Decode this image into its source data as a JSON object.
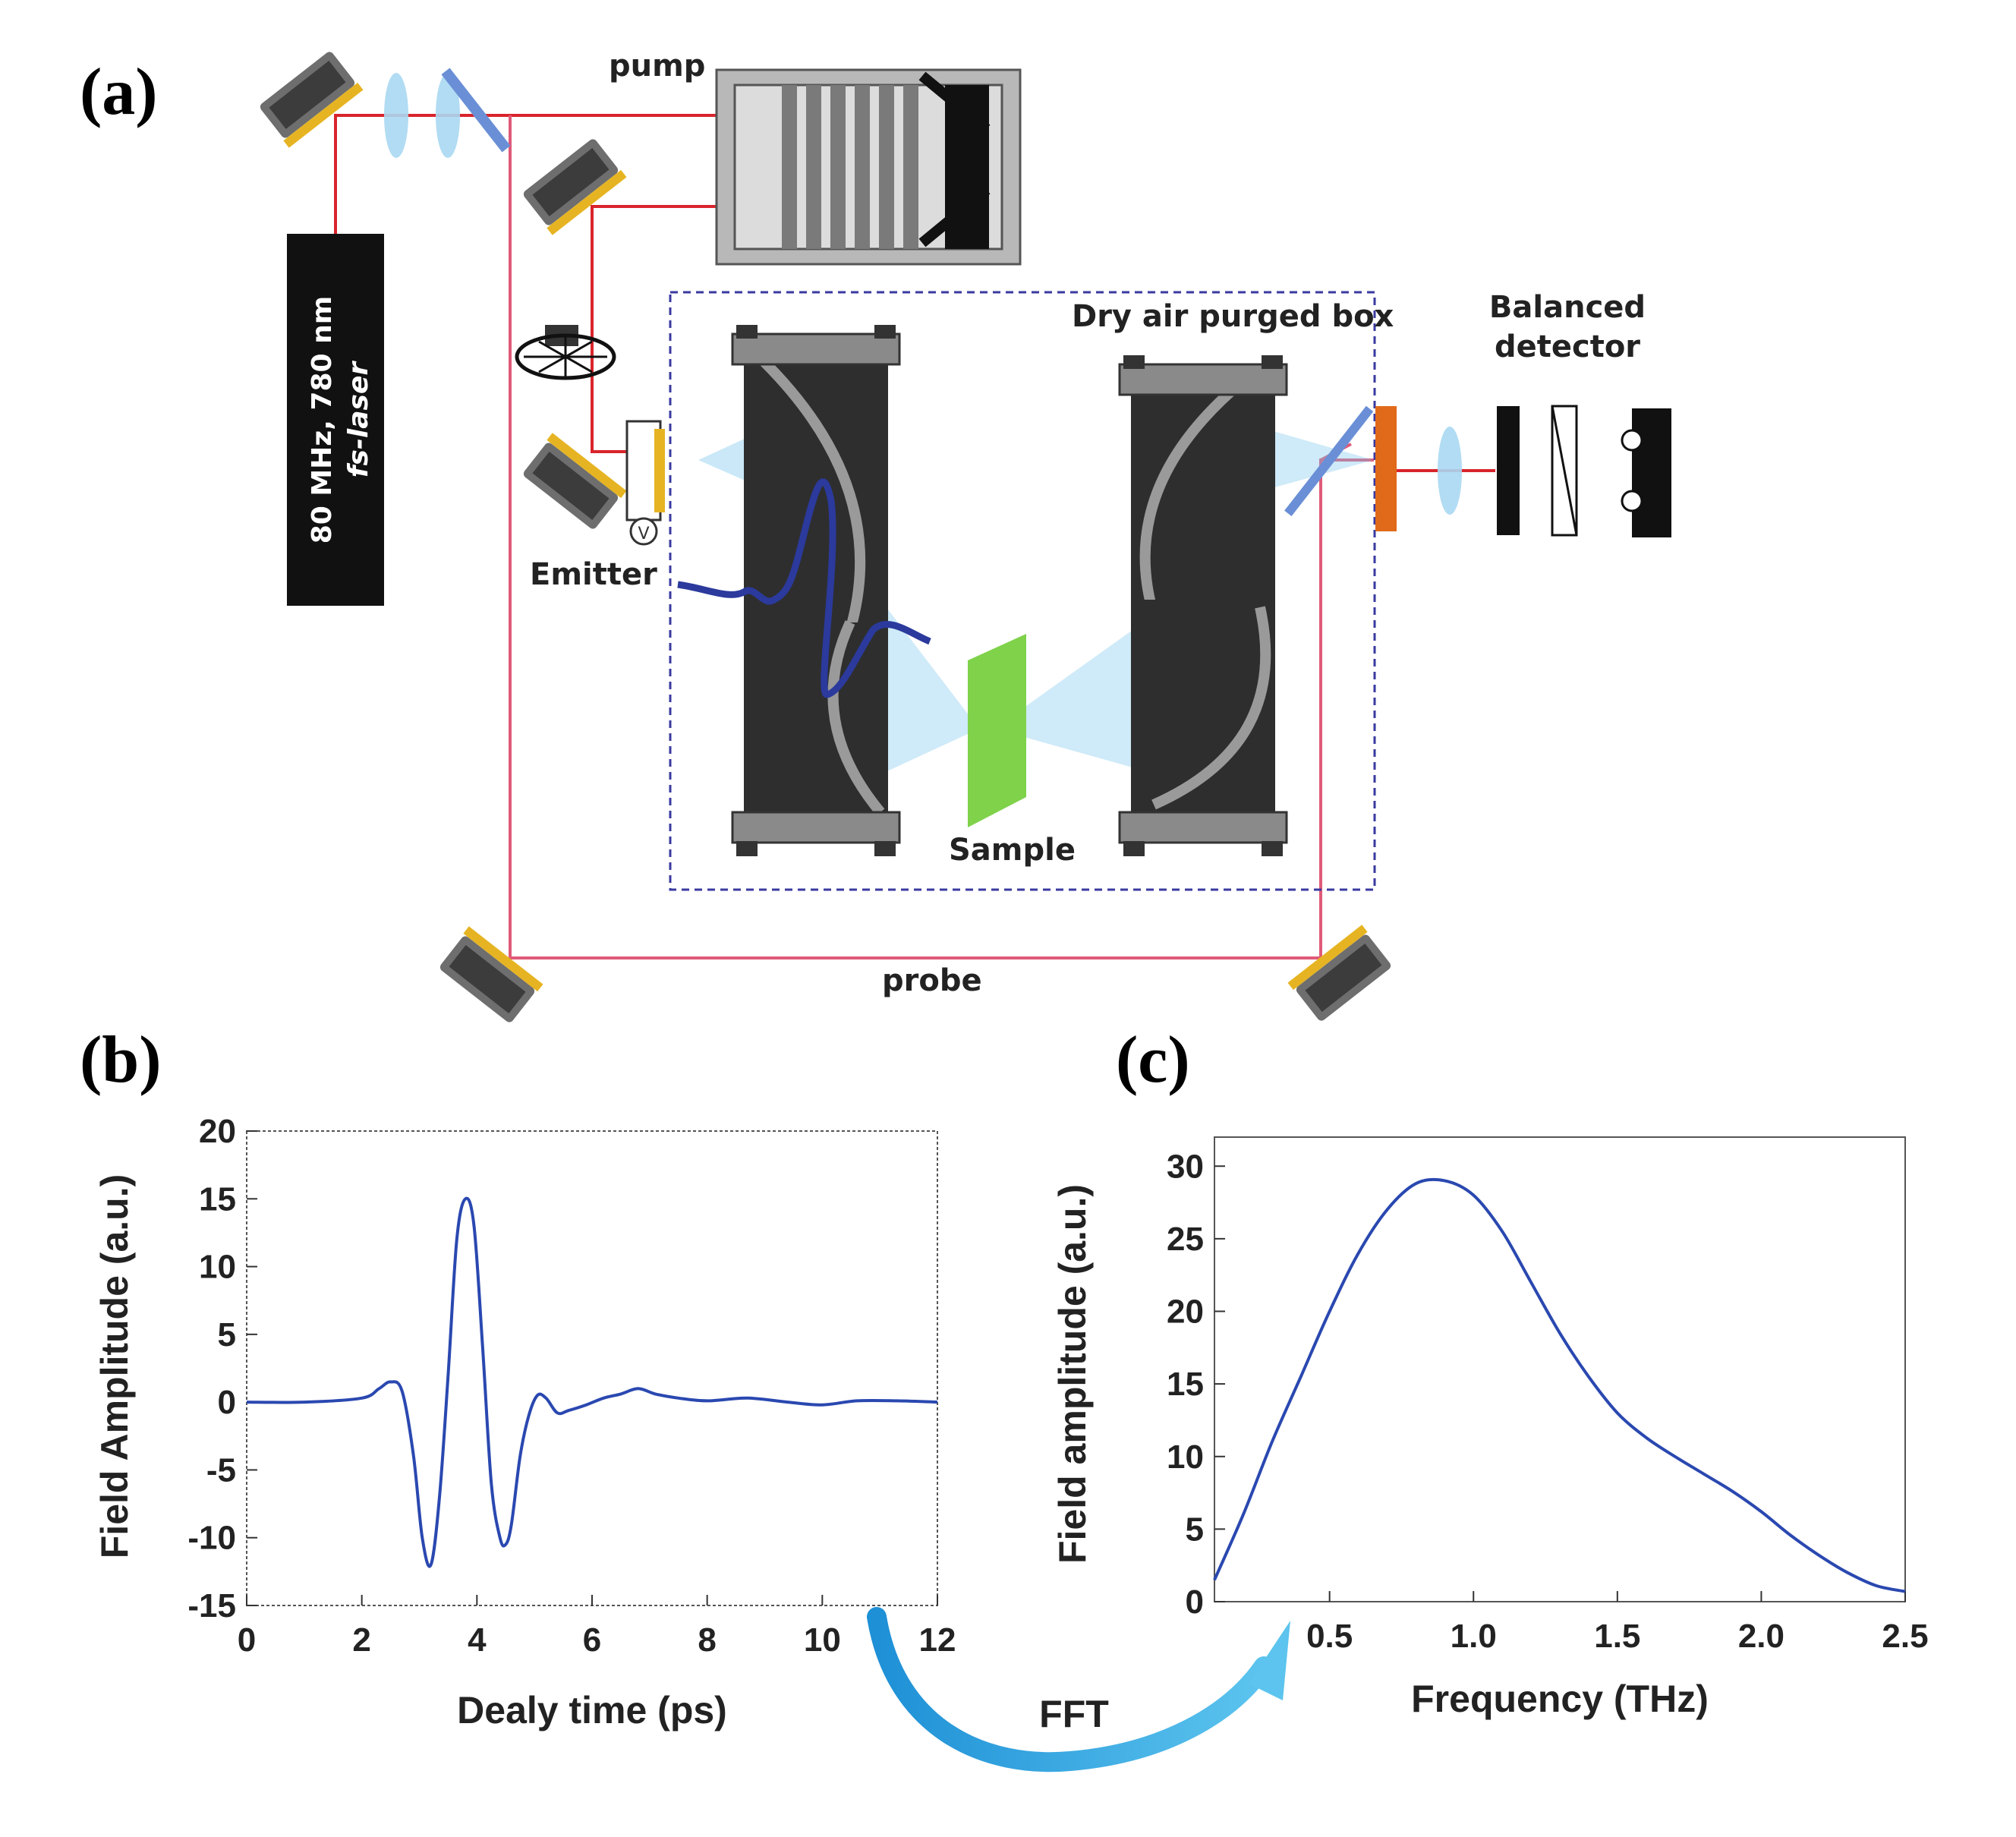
{
  "panel_a": {
    "label": "(a)",
    "labels": {
      "pump": "pump",
      "dry_box": "Dry air purged box",
      "detector_line1": "Balanced",
      "detector_line2": "detector",
      "emitter": "Emitter",
      "sample": "Sample",
      "probe": "probe",
      "laser_line1": "80 MHz, 780 nm",
      "laser_line2": "fs-laser",
      "voltmeter": "V"
    },
    "colors": {
      "beam": "#d9242b",
      "probe_beam": "#e05a78",
      "thz_beam": "#7cc6ee",
      "sample": "#7fd24a",
      "box_border": "#3a3aa0",
      "mirror_mount": "#707070",
      "mirror_face": "#e6b422",
      "pulse": "#2b3a9c"
    },
    "icons": [
      "mirror-mount-icon",
      "lens-icon",
      "beam-splitter-icon",
      "delay-stage-icon",
      "chopper-icon",
      "parabolic-mirror-icon",
      "photodiode-icon"
    ]
  },
  "panel_b": {
    "label": "(b)",
    "chart_data": {
      "type": "line",
      "xlabel": "Dealy time (ps)",
      "ylabel": "Field Amplitude (a.u.)",
      "xlim": [
        0,
        12
      ],
      "ylim": [
        -15,
        20
      ],
      "xticks": [
        "0",
        "2",
        "4",
        "6",
        "8",
        "10",
        "12"
      ],
      "yticks": [
        "20",
        "15",
        "10",
        "5",
        "0",
        "-5",
        "-10",
        "-15"
      ],
      "line_color": "#2a48b0",
      "x": [
        0,
        1,
        2,
        2.3,
        2.5,
        2.7,
        2.9,
        3.05,
        3.2,
        3.35,
        3.5,
        3.65,
        3.8,
        3.95,
        4.1,
        4.25,
        4.4,
        4.5,
        4.6,
        4.75,
        4.9,
        5.05,
        5.2,
        5.4,
        5.6,
        5.9,
        6.2,
        6.5,
        6.8,
        7.1,
        7.5,
        8,
        8.7,
        9.4,
        10,
        10.6,
        11.3,
        12
      ],
      "y": [
        0,
        0,
        0.3,
        1.0,
        1.5,
        0.8,
        -4,
        -10,
        -12,
        -7,
        2,
        12,
        15,
        13,
        4,
        -6,
        -10,
        -10.5,
        -9,
        -4,
        -1,
        0.5,
        0.3,
        -0.8,
        -0.6,
        -0.2,
        0.3,
        0.6,
        1.0,
        0.6,
        0.3,
        0.1,
        0.3,
        0.0,
        -0.2,
        0.1,
        0.1,
        0.0
      ]
    }
  },
  "panel_c": {
    "label": "(c)",
    "chart_data": {
      "type": "line",
      "xlabel": "Frequency (THz)",
      "ylabel": "Field amplitude (a.u.)",
      "xlim": [
        0.1,
        2.5
      ],
      "ylim": [
        0,
        32
      ],
      "xticks": [
        "0.5",
        "1.0",
        "1.5",
        "2.0",
        "2.5"
      ],
      "yticks": [
        "30",
        "25",
        "20",
        "15",
        "10",
        "5",
        "0"
      ],
      "line_color": "#2a48b0",
      "x": [
        0.1,
        0.2,
        0.3,
        0.4,
        0.5,
        0.6,
        0.7,
        0.8,
        0.9,
        1.0,
        1.1,
        1.2,
        1.3,
        1.4,
        1.5,
        1.6,
        1.7,
        1.8,
        1.9,
        2.0,
        2.1,
        2.2,
        2.3,
        2.4,
        2.5
      ],
      "y": [
        1.5,
        6,
        11,
        15.5,
        20,
        24,
        27,
        28.8,
        29,
        28,
        25.5,
        22,
        18.5,
        15.5,
        13,
        11.3,
        10,
        8.8,
        7.6,
        6.2,
        4.6,
        3.2,
        2,
        1.1,
        0.7
      ]
    }
  },
  "fft_label": "FFT"
}
